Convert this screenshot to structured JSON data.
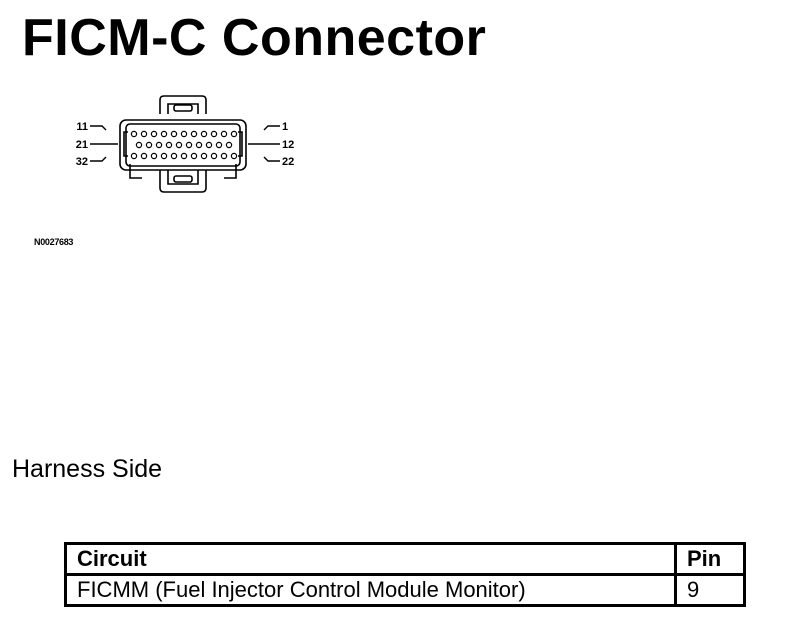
{
  "title": "FICM-C Connector",
  "diagram": {
    "pin_labels": {
      "top_left": "11",
      "mid_left": "21",
      "bottom_left": "32",
      "top_right": "1",
      "mid_right": "12",
      "bottom_right": "22"
    },
    "figure_id": "N0027683"
  },
  "side_label": "Harness Side",
  "table": {
    "headers": {
      "circuit": "Circuit",
      "pin": "Pin"
    },
    "rows": [
      {
        "circuit": "FICMM (Fuel Injector Control Module Monitor)",
        "pin": "9"
      }
    ]
  }
}
